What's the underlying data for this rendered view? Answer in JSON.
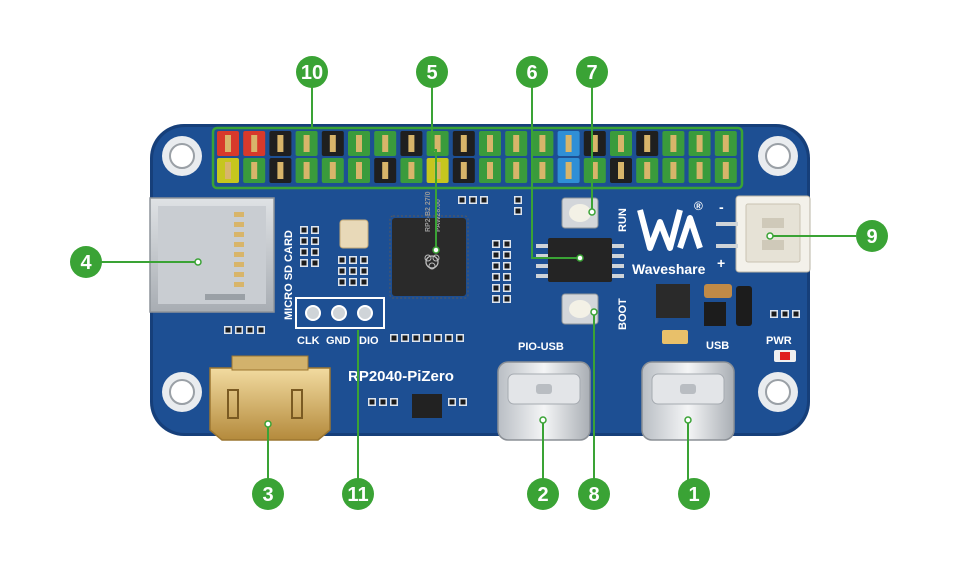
{
  "board": {
    "name": "RP2040-PiZero",
    "chip_line1": "RP2-B2  27/0",
    "chip_line2": "PAW28.00",
    "brand": "Waveshare",
    "labels": {
      "micro_sd": "MICRO SD CARD",
      "clk": "CLK",
      "gnd": "GND",
      "dio": "DIO",
      "pio_usb": "PIO-USB",
      "usb": "USB",
      "pwr": "PWR",
      "run": "RUN",
      "boot": "BOOT",
      "minus": "-",
      "plus": "+",
      "registered": "®"
    }
  },
  "callouts": [
    {
      "num": "1"
    },
    {
      "num": "2"
    },
    {
      "num": "3"
    },
    {
      "num": "4"
    },
    {
      "num": "5"
    },
    {
      "num": "6"
    },
    {
      "num": "7"
    },
    {
      "num": "8"
    },
    {
      "num": "9"
    },
    {
      "num": "10"
    },
    {
      "num": "11"
    }
  ],
  "colors": {
    "pcb": "#1d4f93",
    "pcb_edge": "#163f7a",
    "callout": "#3aa335",
    "header_outline": "#3aa335",
    "pin_green": "#3a9b3c",
    "pin_black": "#1f1f1f",
    "pin_red": "#d8392b",
    "pin_yellow": "#c6c61e",
    "pin_blue": "#2f8fd6",
    "gold": "#d8b56a"
  },
  "header": {
    "top_row": [
      "red",
      "red",
      "black",
      "green",
      "black",
      "green",
      "green",
      "black",
      "green",
      "black",
      "green",
      "green",
      "green",
      "blue",
      "black",
      "green",
      "black",
      "green",
      "green",
      "green"
    ],
    "bottom_row": [
      "yellow",
      "green",
      "black",
      "green",
      "green",
      "green",
      "black",
      "green",
      "yellow",
      "black",
      "green",
      "green",
      "green",
      "blue",
      "green",
      "black",
      "green",
      "green",
      "green",
      "green"
    ]
  }
}
